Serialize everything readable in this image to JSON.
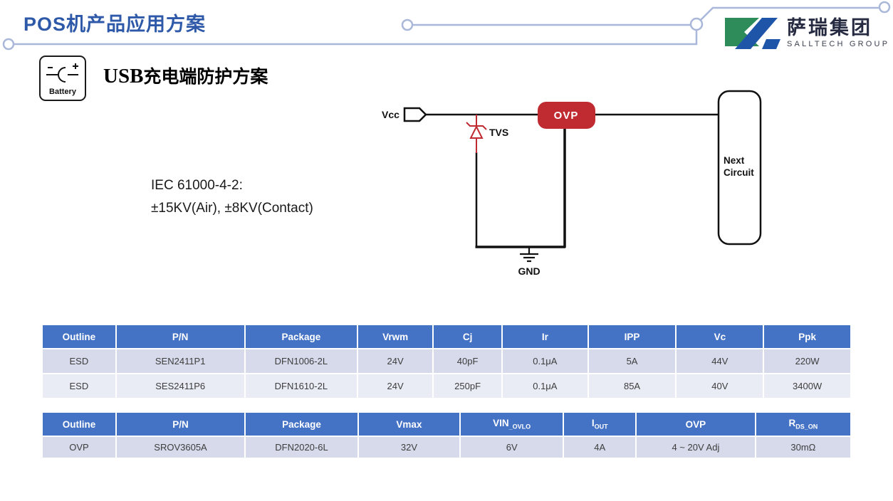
{
  "header": {
    "title": "POS机产品应用方案",
    "logo_zh": "萨瑞集团",
    "logo_en": "SALLTECH GROUP"
  },
  "battery": {
    "label": "Battery",
    "minus": "−",
    "plus": "+"
  },
  "section": {
    "heading_en": "USB",
    "heading_zh": "充电端防护方案"
  },
  "iec": {
    "line1": "IEC 61000-4-2:",
    "line2": "±15KV(Air), ±8KV(Contact)"
  },
  "diagram": {
    "vcc_label": "Vcc",
    "tvs_label": "TVS",
    "ovp_label": "OVP",
    "gnd_label": "GND",
    "next_circuit_line1": "Next",
    "next_circuit_line2": "Circuit"
  },
  "colors": {
    "title_blue": "#2E58A8",
    "table_header_blue": "#4472C4",
    "row_dark": "#D6DAEB",
    "row_light": "#EAECF5",
    "accent_red": "#C02B31",
    "decor_line": "#A9B7D9",
    "logo_green": "#2E8C5A",
    "logo_blue": "#1F55A8"
  },
  "tables": [
    {
      "name": "esd-specs",
      "col_widths": [
        9.1,
        16.0,
        14.0,
        9.3,
        8.5,
        10.6,
        10.9,
        10.8,
        10.8
      ],
      "headers": [
        {
          "t": "Outline"
        },
        {
          "t": "P/N"
        },
        {
          "t": "Package"
        },
        {
          "t": "Vrwm"
        },
        {
          "t": "Cj"
        },
        {
          "t": "Ir"
        },
        {
          "t": "IPP"
        },
        {
          "t": "Vc"
        },
        {
          "t": "Ppk"
        }
      ],
      "rows": [
        [
          "ESD",
          "SEN2411P1",
          "DFN1006-2L",
          "24V",
          "40pF",
          "0.1μA",
          "5A",
          "44V",
          "220W"
        ],
        [
          "ESD",
          "SES2411P6",
          "DFN1610-2L",
          "24V",
          "250pF",
          "0.1μA",
          "85A",
          "40V",
          "3400W"
        ]
      ]
    },
    {
      "name": "ovp-specs",
      "col_widths": [
        9.1,
        16.0,
        14.0,
        12.6,
        12.8,
        8.9,
        14.8,
        11.8
      ],
      "headers": [
        {
          "t": "Outline"
        },
        {
          "t": "P/N"
        },
        {
          "t": "Package"
        },
        {
          "t": "Vmax"
        },
        {
          "t": "VIN",
          "s": "_OVLO"
        },
        {
          "t": "I",
          "s": "OUT"
        },
        {
          "t": "OVP"
        },
        {
          "t": "R",
          "s": "DS_ON"
        }
      ],
      "rows": [
        [
          "OVP",
          "SROV3605A",
          "DFN2020-6L",
          "32V",
          "6V",
          "4A",
          "4 ~ 20V Adj",
          "30mΩ"
        ]
      ]
    }
  ]
}
